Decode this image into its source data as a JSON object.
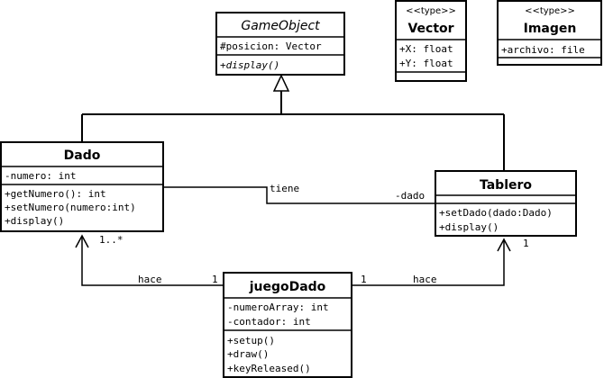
{
  "classes": {
    "gameobject": {
      "name": "GameObject",
      "attributes": [
        "#posicion: Vector"
      ],
      "methods": [
        "+display()"
      ]
    },
    "vector": {
      "stereotype": "<<type>>",
      "name": "Vector",
      "attributes": [
        "+X: float",
        "+Y: float"
      ],
      "methods": []
    },
    "imagen": {
      "stereotype": "<<type>>",
      "name": "Imagen",
      "attributes": [
        "+archivo: file"
      ],
      "methods": []
    },
    "dado": {
      "name": "Dado",
      "attributes": [
        "-numero: int"
      ],
      "methods": [
        "+getNumero(): int",
        "+setNumero(numero:int)",
        "+display()"
      ]
    },
    "tablero": {
      "name": "Tablero",
      "attributes": [],
      "methods": [
        "+setDado(dado:Dado)",
        "+display()"
      ]
    },
    "juegodado": {
      "name": "juegoDado",
      "attributes": [
        "-numeroArray: int",
        "-contador: int"
      ],
      "methods": [
        "+setup()",
        "+draw()",
        "+keyReleased()"
      ]
    }
  },
  "relations": {
    "dado_tablero": {
      "label": "tiene",
      "role": "-dado"
    },
    "juego_dado": {
      "label": "hace",
      "mult_source": "1",
      "mult_target": "1..*"
    },
    "juego_tablero": {
      "label": "hace",
      "mult_source": "1",
      "mult_target": "1"
    }
  }
}
